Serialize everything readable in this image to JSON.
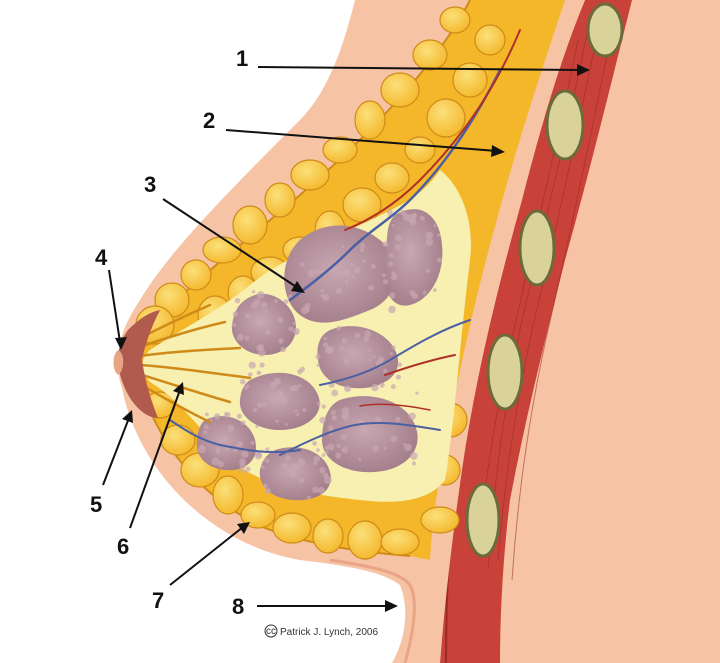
{
  "labels": [
    "1",
    "2",
    "3",
    "4",
    "5",
    "6",
    "7",
    "8"
  ],
  "credit": {
    "mark": "cc",
    "text": "Patrick J. Lynch, 2006"
  },
  "colors": {
    "skin": "#f6c3a4",
    "skin_shadow": "#e7a585",
    "fat": "#f4b72a",
    "fat_light": "#fbe07a",
    "fat_edge": "#cf8a18",
    "gland": "#9f7a86",
    "gland_light": "#c8a7b2",
    "connective": "#f7f0b0",
    "muscle": "#c8423a",
    "muscle_dark": "#9b2a28",
    "rib": "#d9d39a",
    "rib_edge": "#6c6a3a",
    "vein": "#4b5fa3",
    "artery": "#b03028",
    "nipple": "#b15a4e"
  }
}
